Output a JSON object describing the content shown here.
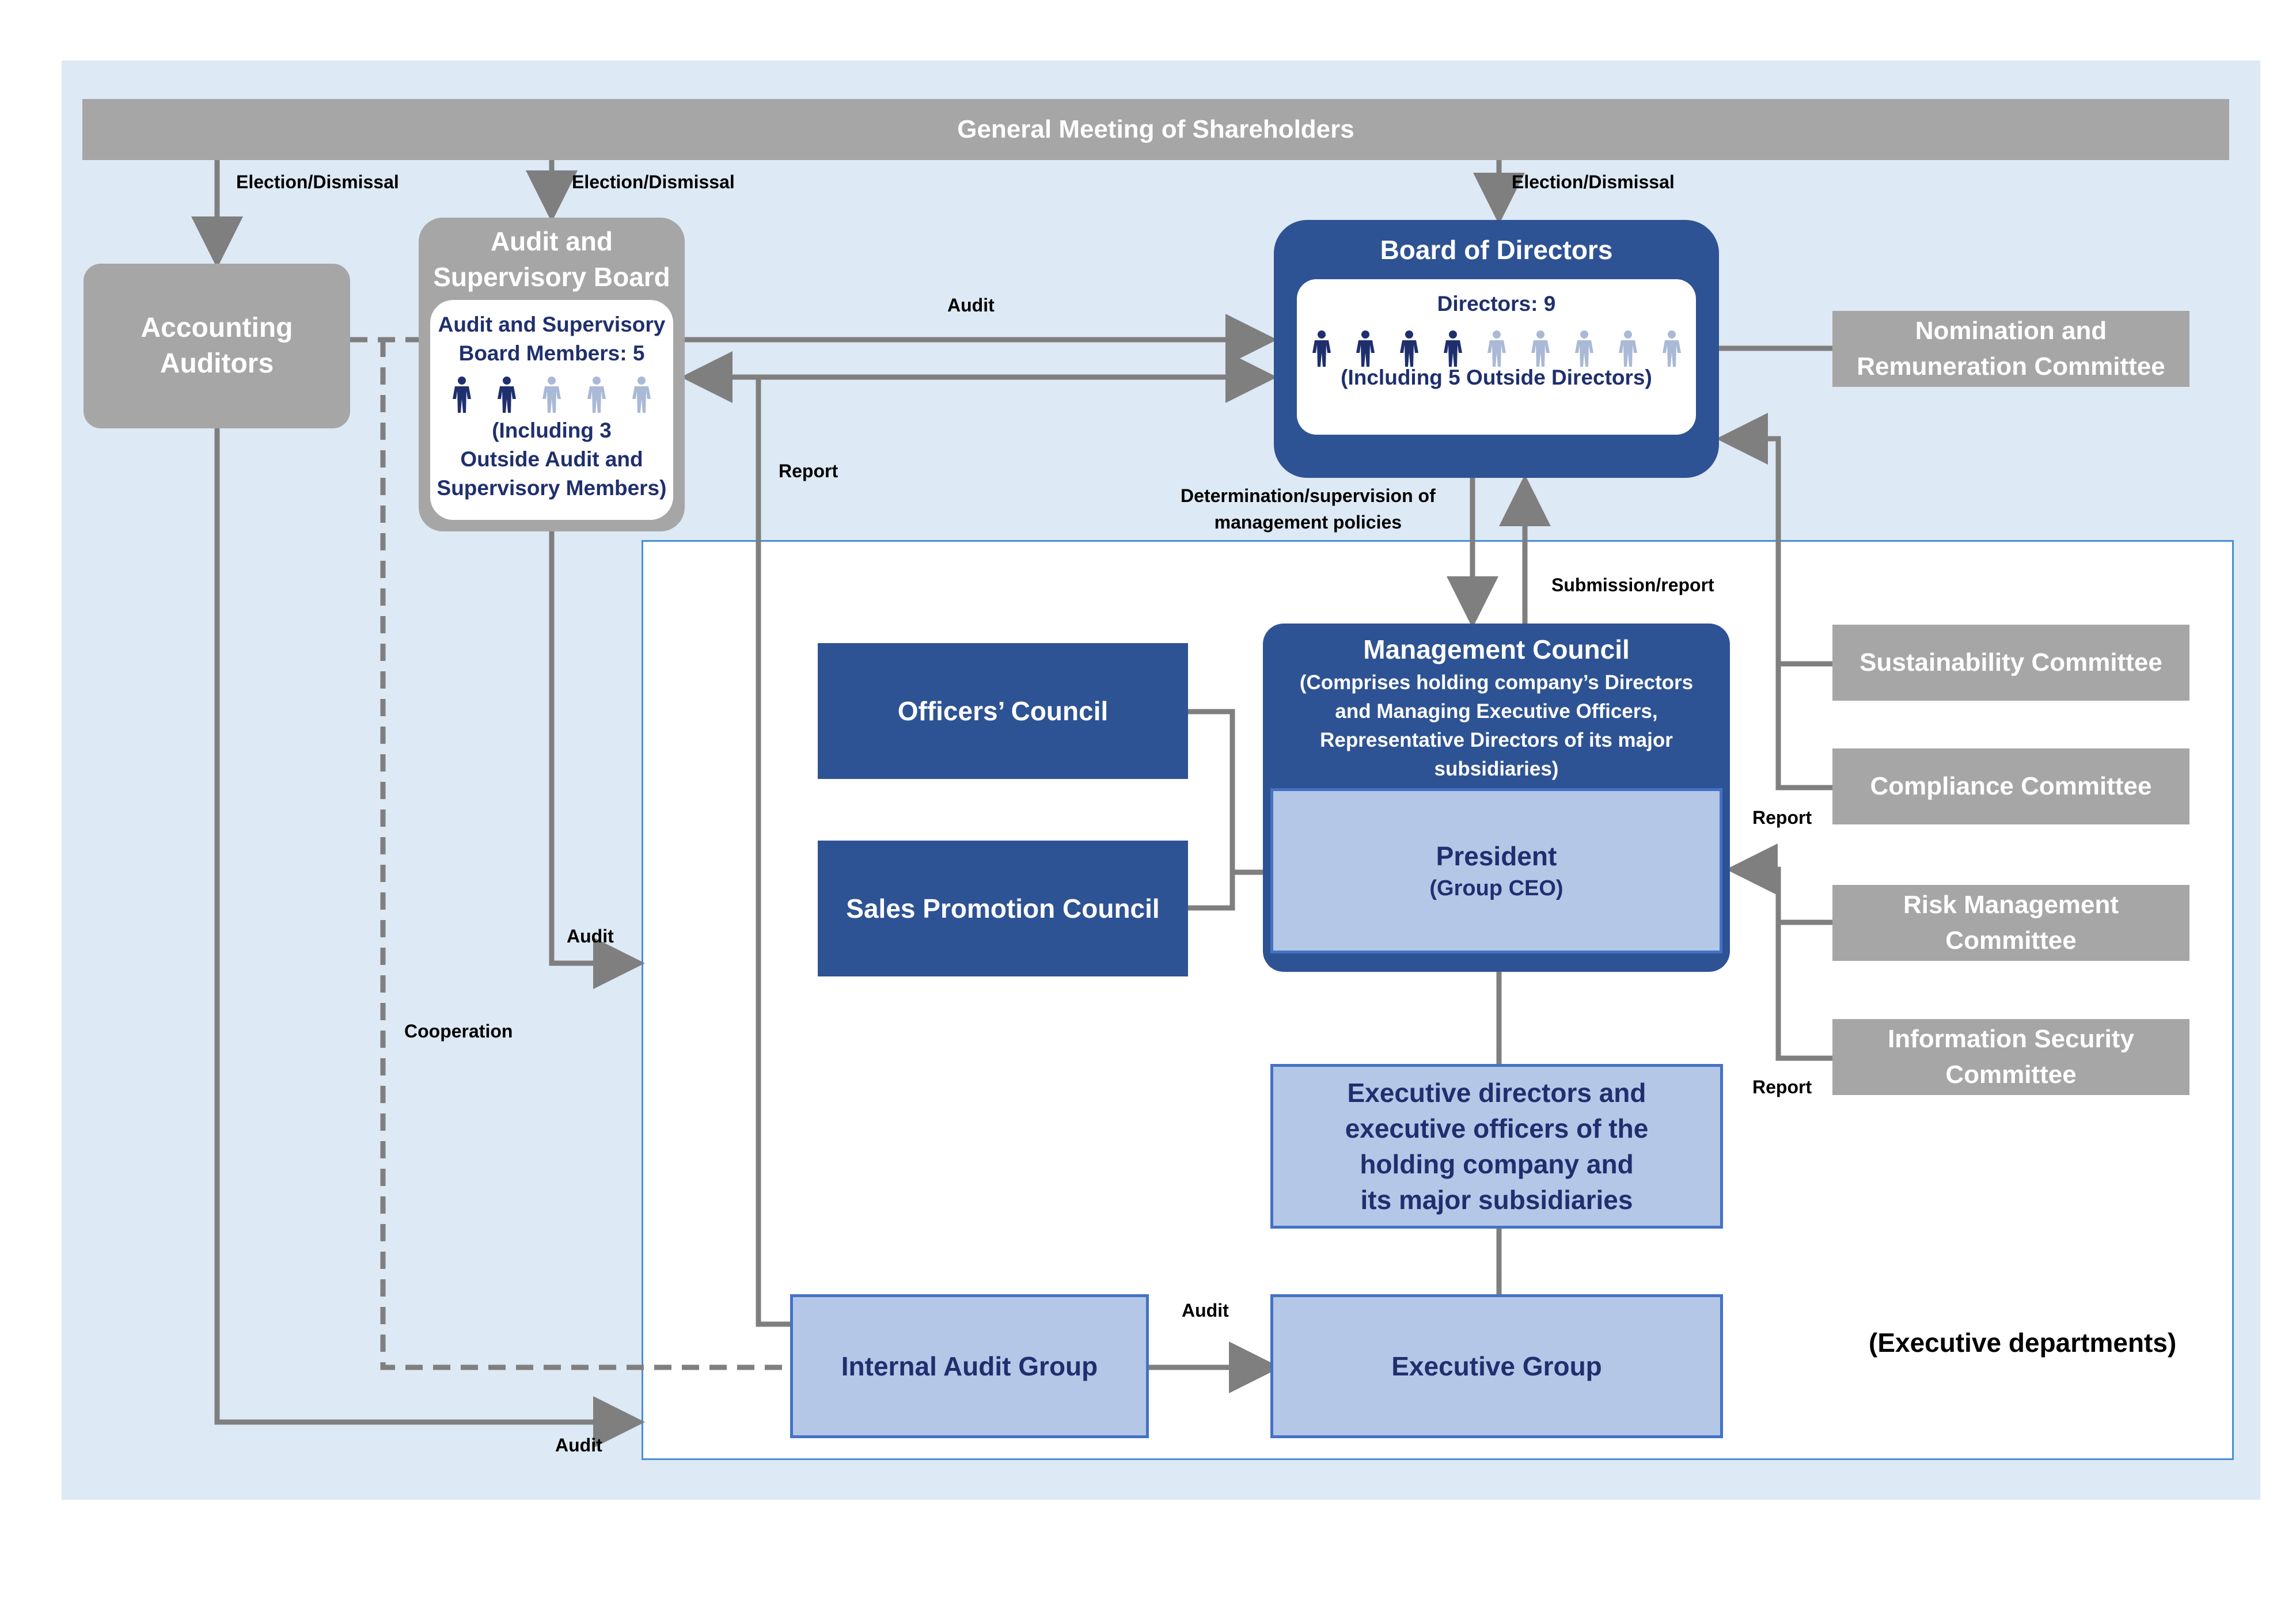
{
  "general_meeting": "General Meeting of Shareholders",
  "accounting_auditors": [
    "Accounting",
    "Auditors"
  ],
  "audit_board": {
    "title": [
      "Audit and",
      "Supervisory Board"
    ],
    "members": [
      "Audit and Supervisory",
      "Board Members: 5"
    ],
    "note": [
      "(Including 3",
      "Outside Audit and",
      "Supervisory Members)"
    ],
    "inside_count": 2,
    "total_count": 5
  },
  "board": {
    "title": "Board of Directors",
    "directors": "Directors: 9",
    "note": "(Including 5 Outside Directors)",
    "inside_count": 4,
    "total_count": 9
  },
  "committees": {
    "nomination": [
      "Nomination and",
      "Remuneration Committee"
    ],
    "sustainability": "Sustainability Committee",
    "compliance": "Compliance Committee",
    "risk": [
      "Risk Management",
      "Committee"
    ],
    "infosec": [
      "Information Security",
      "Committee"
    ]
  },
  "officers_council": "Officers’ Council",
  "sales_council": "Sales Promotion Council",
  "management_council": {
    "title": "Management Council",
    "sub": [
      "(Comprises holding company’s Directors",
      "and Managing Executive Officers,",
      "Representative Directors of its major",
      "subsidiaries)"
    ]
  },
  "president": {
    "title": "President",
    "sub": "(Group CEO)"
  },
  "executive_directors": [
    "Executive directors and",
    "executive officers of the",
    "holding company and",
    "its major subsidiaries"
  ],
  "internal_audit": "Internal Audit Group",
  "executive_group": "Executive Group",
  "executive_departments": "(Executive departments)",
  "labels": {
    "election1": "Election/Dismissal",
    "election2": "Election/Dismissal",
    "election3": "Election/Dismissal",
    "audit_top": "Audit",
    "report_left": "Report",
    "determination": [
      "Determination/supervision of",
      "management policies"
    ],
    "submission": "Submission/report",
    "report_comp": "Report",
    "report_info": "Report",
    "audit_mid": "Audit",
    "cooperation": "Cooperation",
    "audit_exec": "Audit",
    "audit_bottom": "Audit"
  },
  "colors": {
    "navy": "#2e5394",
    "grey": "#a6a6a6",
    "light_blue": "#b4c7e7",
    "arrow": "#7f7f7f",
    "person_dark": "#1f2f6e",
    "person_light": "#a9b9d6"
  }
}
